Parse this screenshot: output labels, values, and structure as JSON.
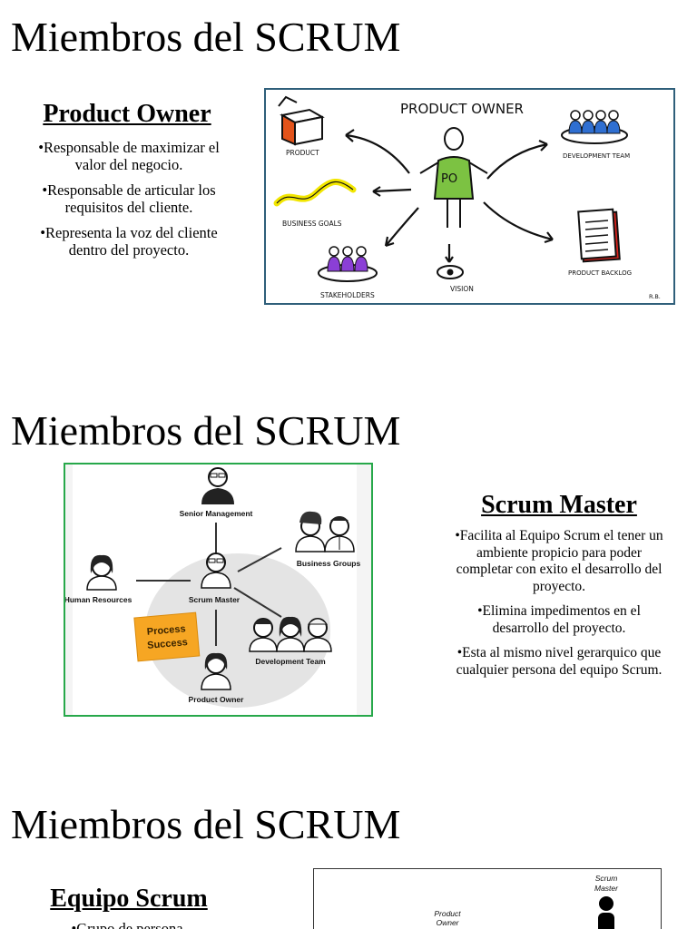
{
  "slides": [
    {
      "title": "Miembros del SCRUM",
      "heading": "Product Owner",
      "bullets": [
        "•Responsable de maximizar el valor del negocio.",
        "•Responsable de articular los requisitos del cliente.",
        "•Representa la voz del cliente dentro del proyecto."
      ],
      "figure": {
        "title": "PRODUCT OWNER",
        "center": "PO",
        "labels": {
          "product": "PRODUCT",
          "business_goals": "BUSINESS GOALS",
          "stakeholders": "STAKEHOLDERS",
          "vision": "VISION",
          "development_team": "DEVELOPMENT TEAM",
          "product_backlog": "PRODUCT BACKLOG",
          "signature": "R.B."
        }
      }
    },
    {
      "title": "Miembros del SCRUM",
      "heading": "Scrum Master",
      "bullets": [
        "•Facilita al Equipo Scrum el tener un ambiente propicio para poder completar con exito el desarrollo del proyecto.",
        "•Elimina impedimentos en el desarrollo del proyecto.",
        "•Esta al mismo nivel gerarquico que cualquier persona del equipo Scrum."
      ],
      "figure": {
        "labels": {
          "senior_management": "Senior Management",
          "business_groups": "Business Groups",
          "human_resources": "Human Resources",
          "scrum_master": "Scrum Master",
          "development_team": "Development Team",
          "product_owner": "Product Owner"
        },
        "note": [
          "Process",
          "Success"
        ]
      }
    },
    {
      "title": "Miembros del SCRUM",
      "heading": "Equipo Scrum",
      "bullets": [
        "•Grupo de persona"
      ],
      "figure": {
        "labels": {
          "product_owner_1": "Product",
          "product_owner_2": "Owner",
          "scrum_master_1": "Scrum",
          "scrum_master_2": "Master"
        }
      }
    }
  ],
  "colors": {
    "po_border": "#2f5f7a",
    "sm_border": "#27a84a",
    "po_shirt": "#7cc242",
    "dev_team": "#2f6fd1",
    "stakeholders": "#8b3fd6",
    "goals": "#f2e600",
    "backlog": "#d9231d",
    "product_box": "#e2531b",
    "sticky_note": "#f6a623"
  }
}
